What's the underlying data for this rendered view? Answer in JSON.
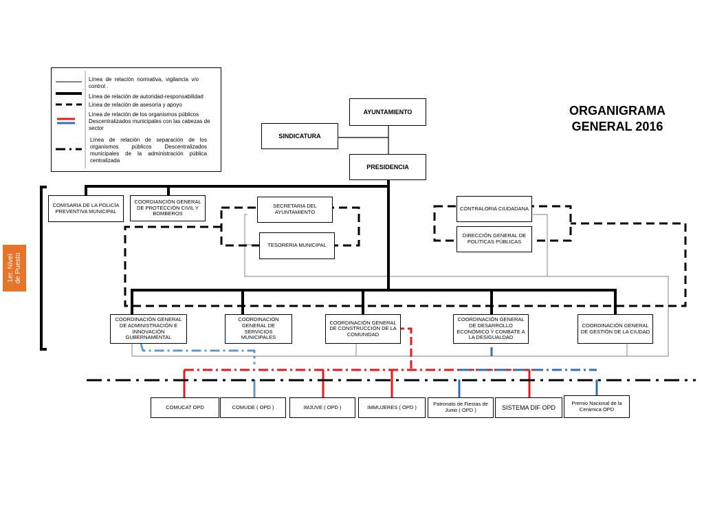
{
  "title": {
    "line1": "ORGANIGRAMA",
    "line2": "GENERAL 2016"
  },
  "legend": {
    "thin": "Línea de relación normativa, vigilancia v/o control .",
    "thick": "Línea de relación de autoridad-responsabilidad",
    "dashed": "Línea de relación de asesoría y apoyo",
    "redblue": "Línea de relación de los organismos públicos Descentralizados municipales con las cabezas de sector",
    "dashdot": "Línea de relación de separación de los organismos públicos Descentralizados municipales de la administración pública centralizada"
  },
  "level_tab": {
    "line1": "1er. Nivel",
    "line2": "de Puesto"
  },
  "nodes": {
    "ayuntamiento": "AYUNTAMIENTO",
    "sindicatura": "SINDICATURA",
    "presidencia": "PRESIDENCIA",
    "comisaria": "COMISARIA DE LA POLICÍA PREVENTIVA MUNICIPAL",
    "proteccion": "COORDIANCIÓN GENERAL DE PROTECCIÓN CIVIL Y BOMBEROS",
    "secretaria": "SECRETARIA DEL AYUNTAMIENTO",
    "tesoreria": "TESORERIA MUNICIPAL",
    "contraloria": "CONTRALORIA CIUDADANA",
    "politicas": "DIRECCIÓN GENERAL DE POLÍTICAS PÚBLICAS",
    "admin": "COORDINACIÓN GENERAL DE ADMINISTRACIÓN E INNOVACIÓN GUBERNAMENTAL",
    "servicios": "COORDINACIÓN GENERAL DE SERVICIOS MUNICIPALES",
    "construccion": "COORDINACIÓN GENERAL DE CONSTRUCCIÓN DE LA COMUNIDAD",
    "desarrollo": "COORDINACIÓN GENERAL DE DESARROLLO ECONÓMICO Y COMBATE A LA DESIGUALDAD",
    "gestion": "COORDINACIÓN GENERAL DE GESTIÓN DE LA CIUDAD",
    "comucat": "COMUCAT OPD",
    "comude": "COMUDE ( OPD )",
    "imjuve": "IMJUVE ( OPD )",
    "immujeres": "IMMUJERES ( OPD )",
    "patronato": "Patronato de Fiestas de Junio ( OPD )",
    "dif": "SISTEMA DIF OPD",
    "premio": "Premio Nacional de la Cerámica OPD"
  },
  "colors": {
    "red": "#e8191c",
    "blue": "#2f6fb4",
    "lightblue": "#5b9bd5",
    "gray": "#808080",
    "orange": "#e8742a"
  }
}
